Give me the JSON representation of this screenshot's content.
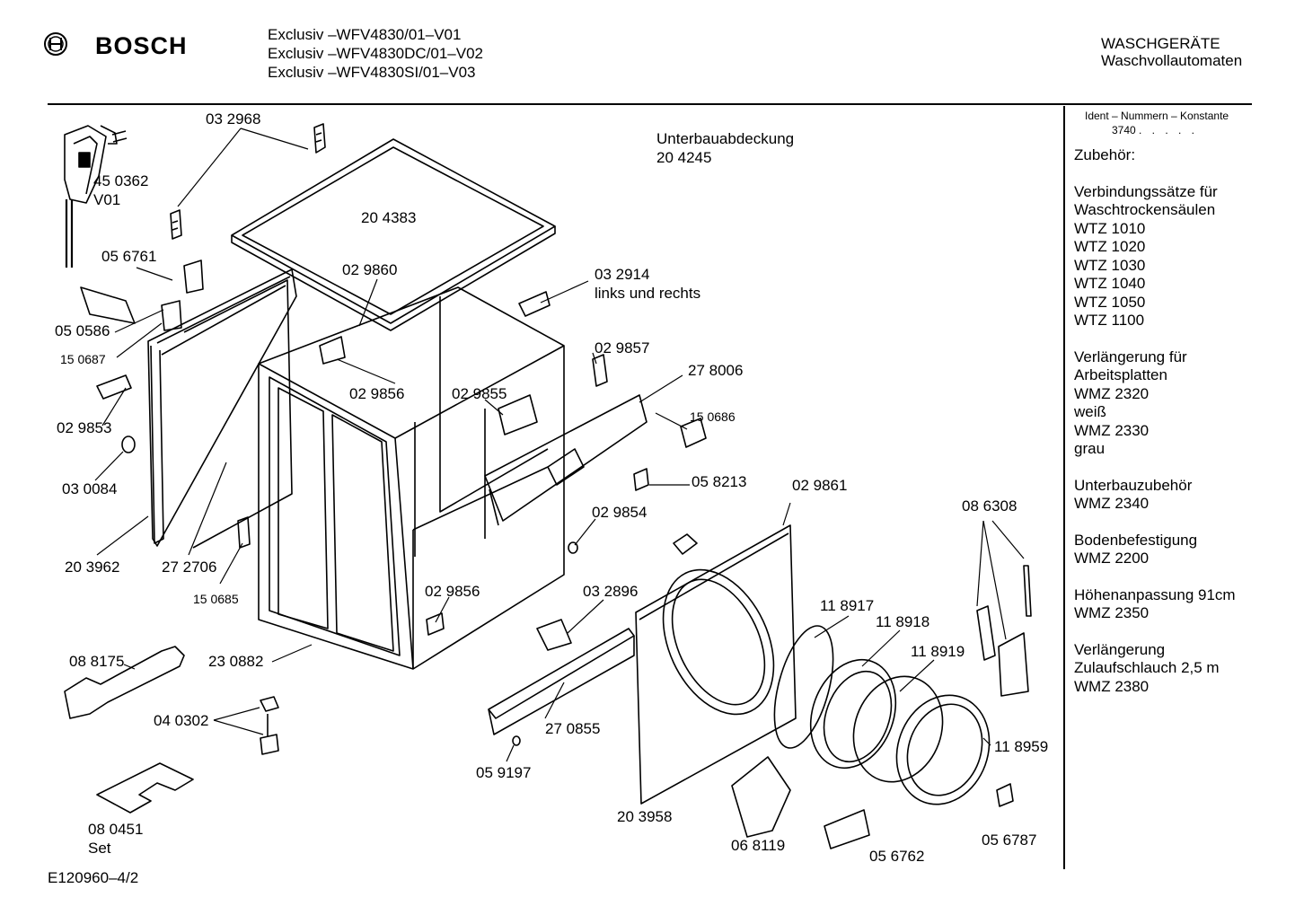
{
  "header": {
    "brand": "BOSCH",
    "models": [
      "Exclusiv –WFV4830/01–V01",
      "Exclusiv –WFV4830DC/01–V02",
      "Exclusiv –WFV4830SI/01–V03"
    ],
    "category_line1": "WASCHGERÄTE",
    "category_line2": "Waschvollautomaten"
  },
  "sidebar": {
    "ident_label": "Ident – Nummern – Konstante",
    "ident_value": "3740",
    "groups": [
      [
        "Zubehör:"
      ],
      [
        "Verbindungssätze für",
        "Waschtrockensäulen",
        "WTZ 1010",
        "WTZ 1020",
        "WTZ 1030",
        "WTZ 1040",
        "WTZ 1050",
        "WTZ 1100"
      ],
      [
        "Verlängerung für",
        "Arbeitsplatten",
        "WMZ 2320",
        "weiß",
        "WMZ 2330",
        "grau"
      ],
      [
        "Unterbauzubehör",
        "WMZ 2340"
      ],
      [
        "Bodenbefestigung",
        "WMZ 2200"
      ],
      [
        "Höhenanpassung  91cm",
        "WMZ 2350"
      ],
      [
        "Verlängerung",
        "Zulaufschlauch 2,5 m",
        "WMZ 2380"
      ]
    ]
  },
  "labels": {
    "p032968": "03 2968",
    "p450362": "45 0362",
    "v01": "V01",
    "unterbau": "Unterbauabdeckung",
    "p204245": "20 4245",
    "p204383": "20 4383",
    "p056761": "05 6761",
    "p029860": "02 9860",
    "p032914": "03 2914",
    "links_rechts": "links und rechts",
    "p050586": "05 0586",
    "p150687": "15 0687",
    "p029857": "02 9857",
    "p278006": "27 8006",
    "p029856a": "02 9856",
    "p029855": "02 9855",
    "p150686": "15 0686",
    "p029853": "02 9853",
    "p030084": "03 0084",
    "p058213": "05 8213",
    "p029861": "02 9861",
    "p086308": "08 6308",
    "p029854": "02 9854",
    "p203962": "20 3962",
    "p272706": "27 2706",
    "p150685": "15 0685",
    "p029856b": "02 9856",
    "p032896": "03 2896",
    "p118917": "11 8917",
    "p118918": "11 8918",
    "p118919": "11 8919",
    "p088175": "08 8175",
    "p230882": "23 0882",
    "p040302": "04 0302",
    "p270855": "27 0855",
    "p118959": "11 8959",
    "p059197": "05 9197",
    "p203958": "20 3958",
    "p080451": "08  0451",
    "set": "Set",
    "p068119": "06 8119",
    "p056762": "05 6762",
    "p056787": "05 6787",
    "footer_code": "E120960–4/2"
  }
}
